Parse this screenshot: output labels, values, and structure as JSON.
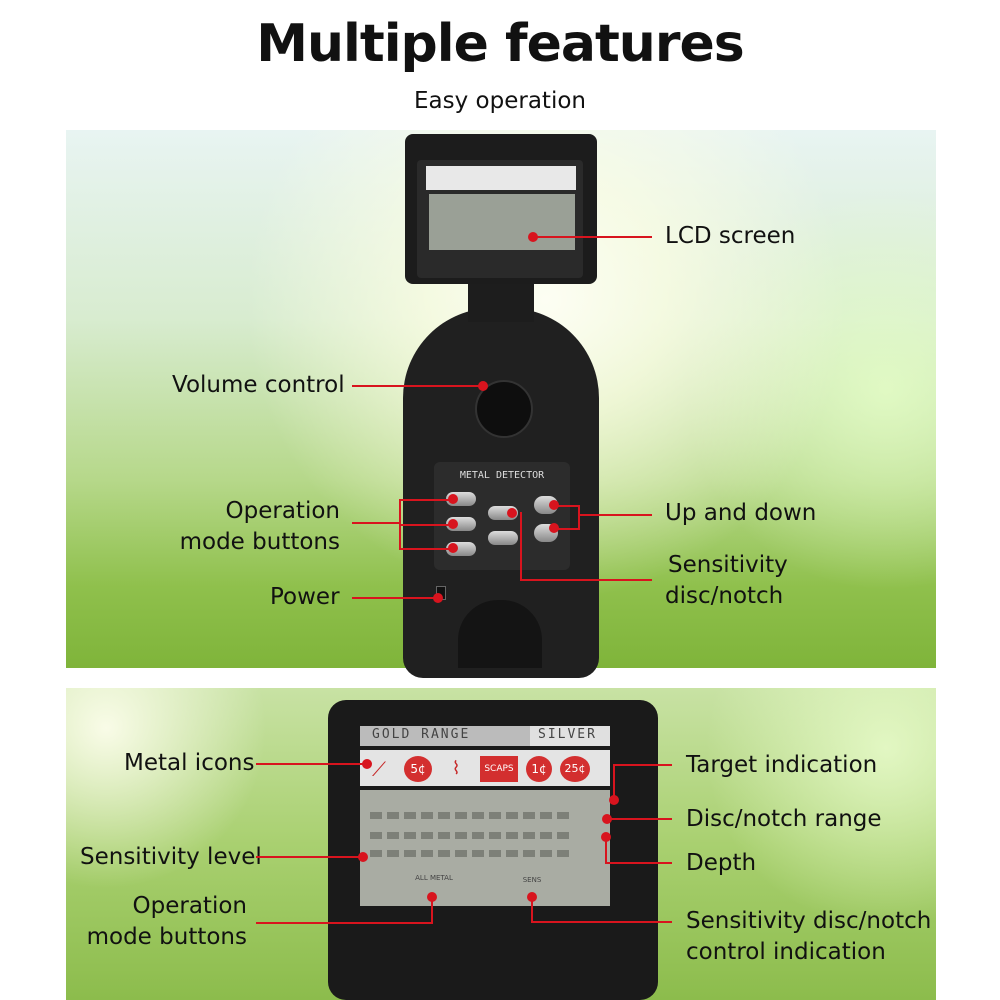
{
  "header": {
    "title": "Multiple features",
    "subtitle": "Easy operation"
  },
  "top_panel": {
    "labels": {
      "lcd_screen": "LCD screen",
      "volume_control": "Volume control",
      "operation_mode_line1": "Operation",
      "operation_mode_line2": "mode buttons",
      "up_and_down": "Up and down",
      "sensitivity_line1": "Sensitivity",
      "sensitivity_line2": "disc/notch",
      "power": "Power"
    },
    "device": {
      "panel_title": "METAL DETECTOR"
    }
  },
  "bottom_panel": {
    "labels": {
      "metal_icons": "Metal icons",
      "sensitivity_level": "Sensitivity level",
      "operation_mode_line1": "Operation",
      "operation_mode_line2": "mode buttons",
      "target_indication": "Target indication",
      "disc_notch_range": "Disc/notch range",
      "depth": "Depth",
      "sens_control_line1": "Sensitivity disc/notch",
      "sens_control_line2": "control indication"
    },
    "lcd": {
      "gold_range": "GOLD RANGE",
      "silver": "SILVER",
      "coin_5": "5¢",
      "coin_1": "1¢",
      "coin_25": "25¢",
      "scaps": "SCAPS",
      "all_metal": "ALL METAL",
      "sens": "SENS"
    }
  },
  "colors": {
    "accent_line": "#d8141e"
  }
}
